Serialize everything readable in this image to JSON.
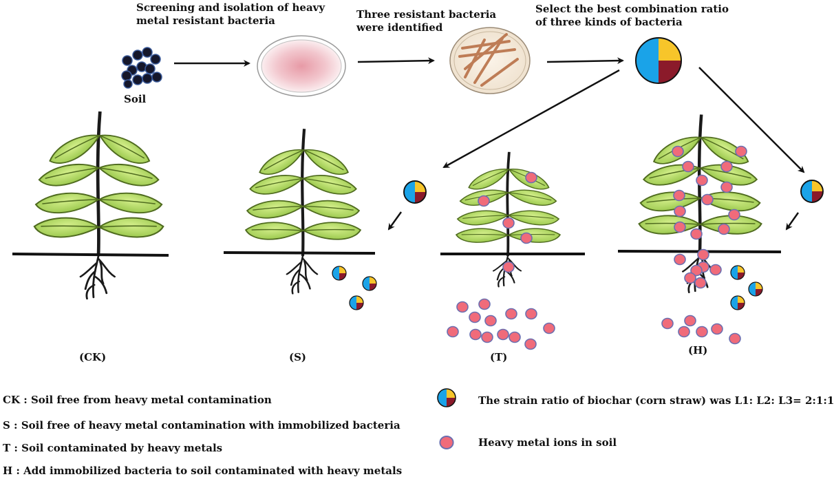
{
  "steps": {
    "soil_label": "Soil",
    "screening_line1": "Screening and isolation of heavy",
    "screening_line2": "metal resistant bacteria",
    "identified_line1": "Three resistant bacteria",
    "identified_line2": "were identified",
    "ratio_line1": "Select the best combination ratio",
    "ratio_line2": "of three kinds of bacteria"
  },
  "groups": {
    "ck": "(CK)",
    "s": "(S)",
    "t": "(T)",
    "h": "(H)"
  },
  "legend": {
    "ck": "CK : Soil free from heavy metal contamination",
    "s": "S : Soil free of heavy metal contamination with immobilized bacteria",
    "t": "T : Soil contaminated by heavy metals",
    "h": "H : Add immobilized bacteria to soil contaminated with heavy metals",
    "biochar": "The strain ratio of biochar (corn straw) was L1: L2: L3= 2:1:1",
    "ions": "Heavy metal ions in soil"
  },
  "colors": {
    "leaf": "#b8de6a",
    "leaf_dark": "#6f9a2c",
    "stem": "#1a1a1a",
    "ion_fill": "#f06b7a",
    "ion_stroke": "#6b6fb0",
    "bacteria_blue": "#1aa3e8",
    "bacteria_yellow": "#f7c52a",
    "bacteria_red": "#8b1a2a",
    "soil_particle": "#15172b"
  }
}
